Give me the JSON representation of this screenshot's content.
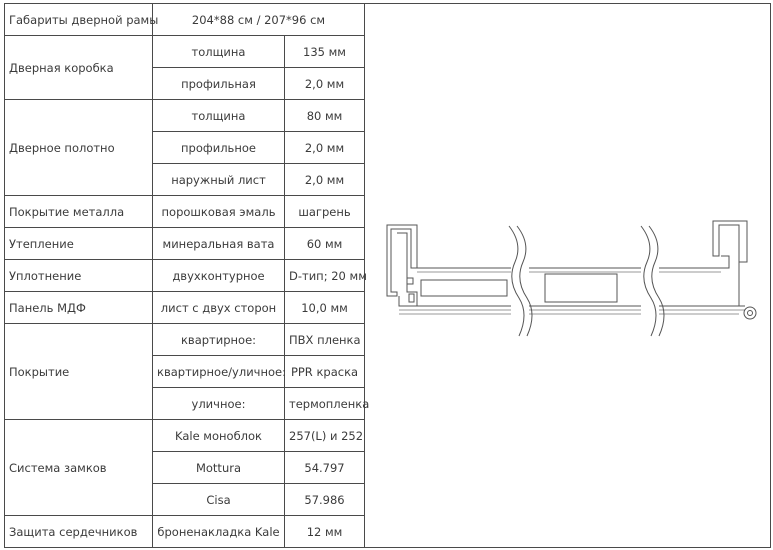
{
  "table": {
    "frame_size": {
      "label": "Габариты дверной рамы",
      "value": "204*88 см  /  207*96 см"
    },
    "door_box": {
      "label": "Дверная коробка",
      "rows": [
        {
          "param": "толщина",
          "value": "135 мм"
        },
        {
          "param": "профильная",
          "value": "2,0 мм"
        }
      ]
    },
    "door_leaf": {
      "label": "Дверное полотно",
      "rows": [
        {
          "param": "толщина",
          "value": "80 мм"
        },
        {
          "param": "профильное",
          "value": "2,0 мм"
        },
        {
          "param": "наружный лист",
          "value": "2,0 мм"
        }
      ]
    },
    "metal_coating": {
      "label": "Покрытие металла",
      "param": "порошковая эмаль",
      "value": "шагрень"
    },
    "insulation": {
      "label": "Утепление",
      "param": "минеральная вата",
      "value": "60 мм"
    },
    "sealing": {
      "label": "Уплотнение",
      "param": "двухконтурное",
      "value": "D-тип; 20 мм"
    },
    "mdf_panel": {
      "label": "Панель МДФ",
      "param": "лист с двух сторон",
      "value": "10,0 мм"
    },
    "coating": {
      "label": "Покрытие",
      "rows": [
        {
          "param": "квартирное:",
          "value": "ПВХ пленка"
        },
        {
          "param": "квартирное/уличное:",
          "value": "PPR краска"
        },
        {
          "param": "уличное:",
          "value": "термопленка"
        }
      ]
    },
    "lock_system": {
      "label": "Система замков",
      "rows": [
        {
          "param": "Kale моноблок",
          "value": "257(L) и 252"
        },
        {
          "param": "Mottura",
          "value": "54.797"
        },
        {
          "param": "Cisa",
          "value": "57.986"
        }
      ]
    },
    "core_protection": {
      "label": "Защита сердечников",
      "param": "броненакладка Kale",
      "value": "12 мм"
    }
  }
}
